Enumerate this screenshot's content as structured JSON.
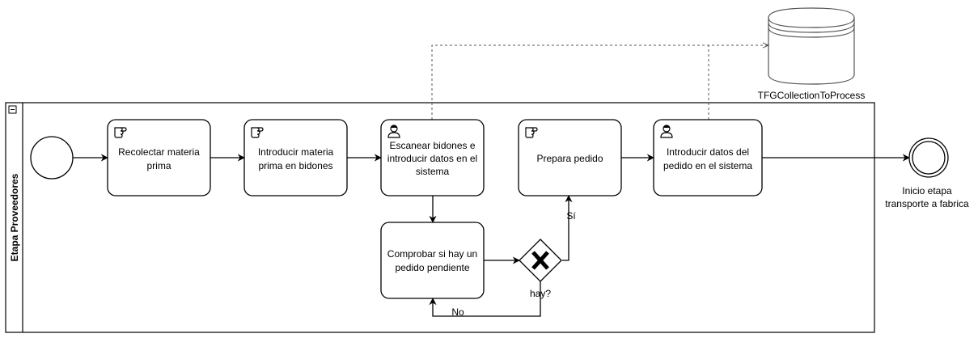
{
  "pool": {
    "lane_label": "Etapa Proveedores",
    "collapse_icon": "minus-box-icon"
  },
  "tasks": {
    "recolectar": {
      "type": "manual",
      "icon": "hand-icon",
      "lines": [
        "Recolectar materia",
        "prima"
      ]
    },
    "introducir_materia": {
      "type": "manual",
      "icon": "hand-icon",
      "lines": [
        "Introducir materia",
        "prima en bidones"
      ]
    },
    "escanear": {
      "type": "user",
      "icon": "user-icon",
      "lines": [
        "Escanear bidones e",
        "introducir datos en el",
        "sistema"
      ]
    },
    "prepara": {
      "type": "manual",
      "icon": "hand-icon",
      "lines": [
        "Prepara pedido"
      ]
    },
    "introducir_datos": {
      "type": "user",
      "icon": "user-icon",
      "lines": [
        "Introducir datos del",
        "pedido en el sistema"
      ]
    },
    "comprobar": {
      "type": "plain",
      "lines": [
        "Comprobar si hay un",
        "pedido pendiente"
      ]
    }
  },
  "gateway": {
    "type": "exclusive",
    "icon": "x-icon",
    "label": "hay?"
  },
  "flow_labels": {
    "yes": "Sí",
    "no": "No"
  },
  "end_event": {
    "lines": [
      "Inicio etapa",
      "transporte a fabrica"
    ]
  },
  "datastore": {
    "label": "TFGCollectionToProcess",
    "icon": "database-icon"
  }
}
